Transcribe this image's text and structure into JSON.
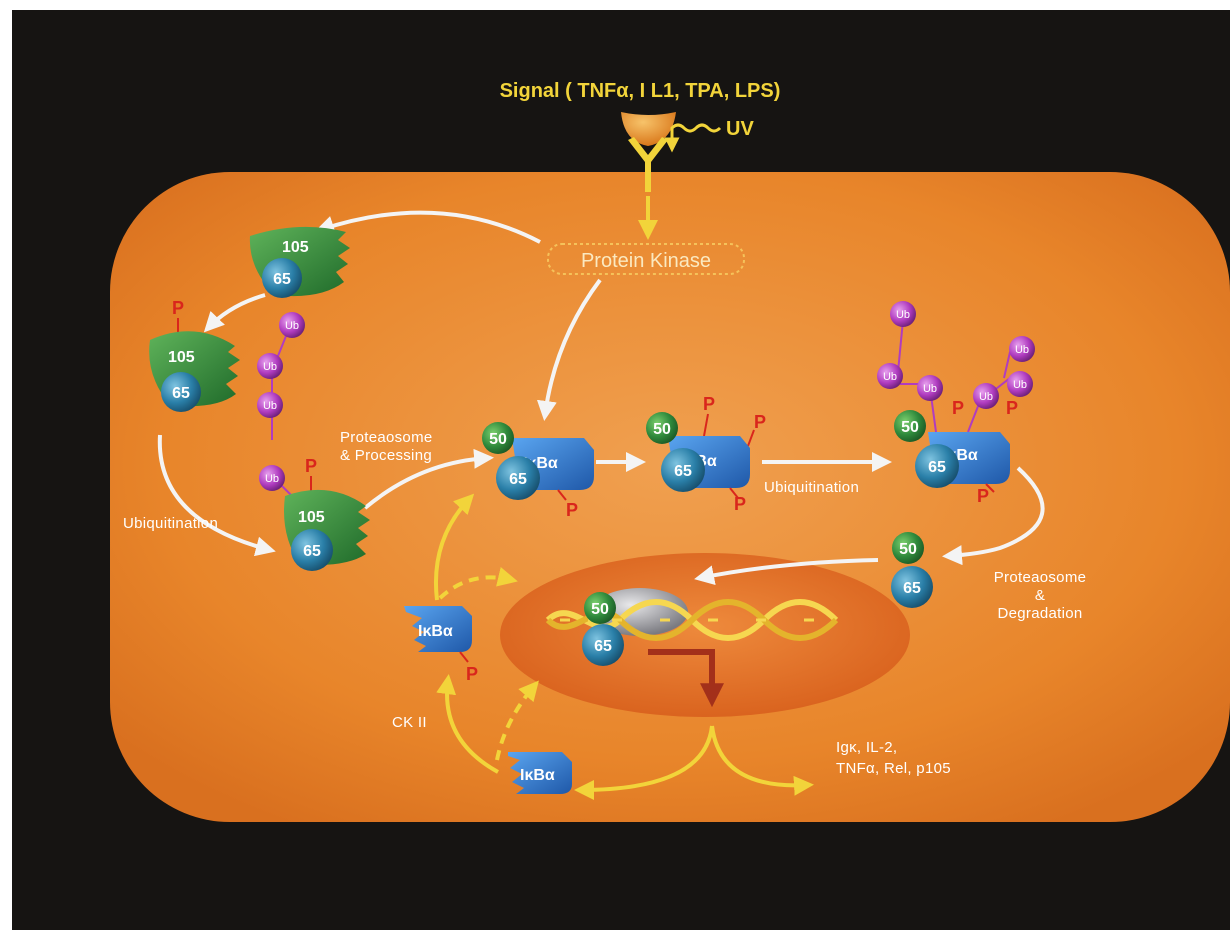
{
  "signal": {
    "title": "Signal ( TNFα, I L1, TPA, LPS)",
    "uv": "UV"
  },
  "protein_kinase": "Protein Kinase",
  "labels": {
    "p": "P",
    "ub": "Ub",
    "ikba": "IκBα",
    "p105": "105",
    "p65": "65",
    "p50": "50",
    "ubiquitination_left": "Ubiquitination",
    "ubiquitination_mid": "Ubiquitination",
    "proteasome_processing_1": "Proteaosome",
    "proteasome_processing_2": "& Processing",
    "proteasome_degradation_1": "Proteaosome",
    "proteasome_degradation_2": "&",
    "proteasome_degradation_3": "Degradation",
    "ck2": "CK II",
    "genes_1": "Igκ, IL-2,",
    "genes_2": "TNFα, Rel, p105"
  },
  "colors": {
    "background": "#161412",
    "cell": "#e8852a",
    "nucleus": "#e26a22",
    "yellow": "#f2d43a",
    "green_subunit": "#2f8a3c",
    "teal_subunit": "#2a7fa8",
    "ikba_blue": "#2b74c9",
    "ub_purple": "#b03cc0",
    "phospho_red": "#d9261c",
    "dark_red_arrow": "#a3301a"
  }
}
